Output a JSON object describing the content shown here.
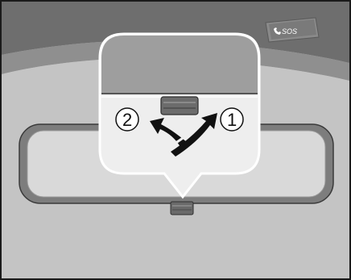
{
  "callouts": {
    "step_1": "1",
    "step_2": "2"
  },
  "overhead_button": {
    "label": "SOS",
    "icon": "phone-icon"
  },
  "colors": {
    "headliner_top": "#6f6f6f",
    "headliner_bottom": "#8a8a8a",
    "windshield": "#b5b5b5",
    "mirror_frame": "#777777",
    "mirror_glass": "#d8d8d8",
    "inset_panel": "#ececec",
    "arrow": "#111111"
  }
}
